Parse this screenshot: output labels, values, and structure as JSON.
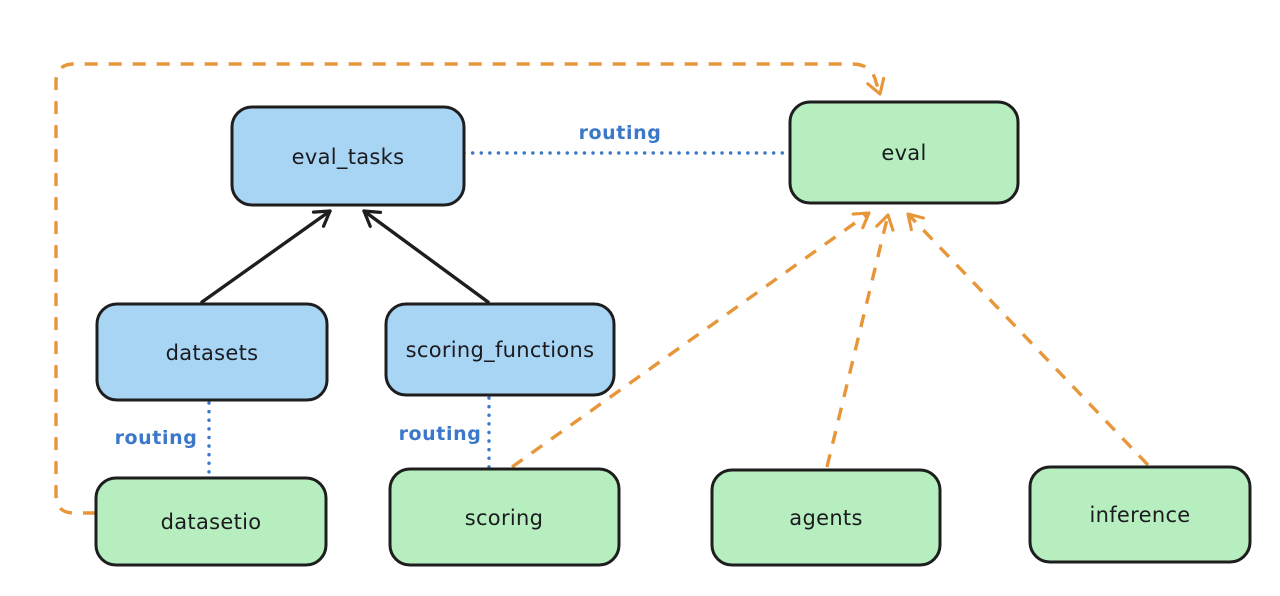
{
  "diagram": {
    "nodes": {
      "eval_tasks": {
        "label": "eval_tasks",
        "kind": "resource"
      },
      "datasets": {
        "label": "datasets",
        "kind": "resource"
      },
      "scoring_functions": {
        "label": "scoring_functions",
        "kind": "resource"
      },
      "eval": {
        "label": "eval",
        "kind": "provider-api"
      },
      "datasetio": {
        "label": "datasetio",
        "kind": "provider-api"
      },
      "scoring": {
        "label": "scoring",
        "kind": "provider-api"
      },
      "agents": {
        "label": "agents",
        "kind": "provider-api"
      },
      "inference": {
        "label": "inference",
        "kind": "provider-api"
      }
    },
    "edges": {
      "eval_tasks_to_eval": {
        "label": "routing"
      },
      "datasets_to_datasetio": {
        "label": "routing"
      },
      "scoring_functions_to_scoring": {
        "label": "routing"
      }
    }
  },
  "colors": {
    "blue_fill": "#a9d5f5",
    "green_fill": "#b7eebf",
    "stroke": "#1e1e1e",
    "orange": "#e8963a",
    "routing_blue": "#3b78c9",
    "background": "#ffffff"
  }
}
